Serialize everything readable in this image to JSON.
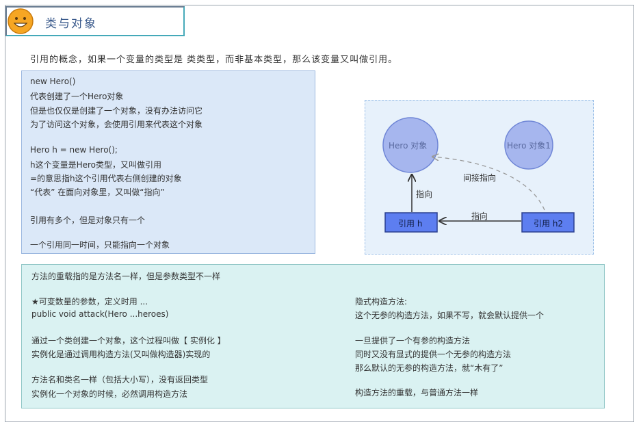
{
  "title": "类与对象",
  "intro": "引用的概念，如果一个变量的类型是 类类型，而非基本类型，那么该变量又叫做引用。",
  "left_panel": {
    "lines": [
      "new Hero()",
      "代表创建了一个Hero对象",
      "但是也仅仅是创建了一个对象，没有办法访问它",
      "为了访问这个对象，会使用引用来代表这个对象",
      "",
      "Hero h = new Hero();",
      "h这个变量是Hero类型，又叫做引用",
      "=的意思指h这个引用代表右侧创建的对象",
      "“代表” 在面向对象里，又叫做“指向”",
      "",
      "引用有多个，但是对象只有一个",
      "",
      "一个引用同一时间，只能指向一个对象"
    ]
  },
  "diagram": {
    "object1": "Hero 对象",
    "object2": "Hero 对象1",
    "ref1": "引用 h",
    "ref2": "引用 h2",
    "arrow_up_label": "指向",
    "arrow_left_label": "指向",
    "indirect_label": "间接指向",
    "colors": {
      "circle_fill": "#a6b6ee",
      "circle_stroke": "#6f86d6",
      "box_fill": "#5d7ef0",
      "box_stroke": "#2a3f8f",
      "arrow": "#333333",
      "dashed": "#999999"
    }
  },
  "bottom_panel": {
    "left_lines": [
      "方法的重载指的是方法名一样，但是参数类型不一样",
      "",
      "★可变数量的参数，定义时用 ...",
      "public void attack(Hero ...heroes)",
      "",
      "通过一个类创建一个对象，这个过程叫做【 实例化 】",
      "实例化是通过调用构造方法(又叫做构造器)实现的",
      "",
      "方法名和类名一样（包括大小写），没有返回类型",
      "实例化一个对象的时候，必然调用构造方法"
    ],
    "right_lines": [
      "隐式构造方法:",
      "这个无参的构造方法，如果不写，就会默认提供一个",
      "",
      "一旦提供了一个有参的构造方法",
      "同时又没有显式的提供一个无参的构造方法",
      "那么默认的无参的构造方法，就“木有了”",
      "",
      "构造方法的重载，与普通方法一样"
    ]
  }
}
